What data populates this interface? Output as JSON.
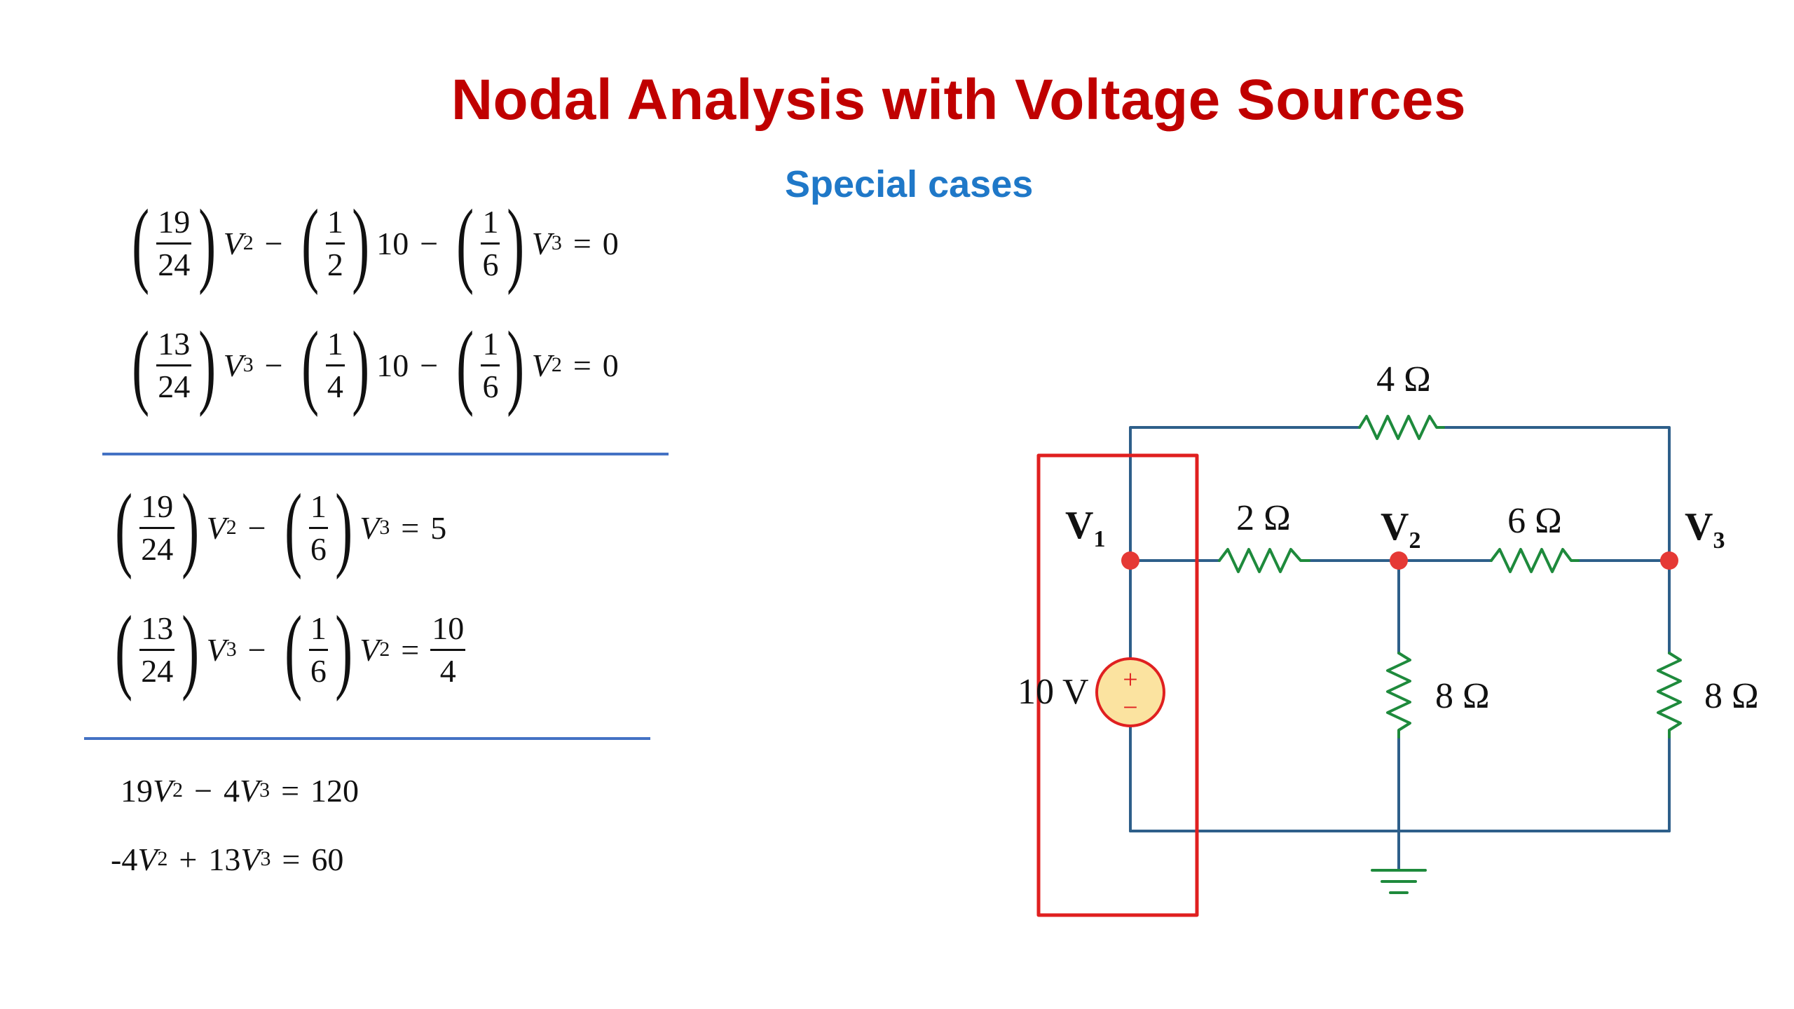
{
  "slide": {
    "title": "Nodal Analysis with Voltage Sources",
    "subtitle": "Special cases"
  },
  "equations": {
    "eq1": {
      "c1_num": "19",
      "c1_den": "24",
      "v_a": "V",
      "v_a_sub": "2",
      "c2_num": "1",
      "c2_den": "2",
      "k": "10",
      "c3_num": "1",
      "c3_den": "6",
      "v_b": "V",
      "v_b_sub": "3",
      "rhs": "0"
    },
    "eq2": {
      "c1_num": "13",
      "c1_den": "24",
      "v_a": "V",
      "v_a_sub": "3",
      "c2_num": "1",
      "c2_den": "4",
      "k": "10",
      "c3_num": "1",
      "c3_den": "6",
      "v_b": "V",
      "v_b_sub": "2",
      "rhs": "0"
    },
    "eq3": {
      "c1_num": "19",
      "c1_den": "24",
      "v_a": "V",
      "v_a_sub": "2",
      "c2_num": "1",
      "c2_den": "6",
      "v_b": "V",
      "v_b_sub": "3",
      "rhs": "5"
    },
    "eq4": {
      "c1_num": "13",
      "c1_den": "24",
      "v_a": "V",
      "v_a_sub": "3",
      "c2_num": "1",
      "c2_den": "6",
      "v_b": "V",
      "v_b_sub": "2",
      "rhs_num": "10",
      "rhs_den": "4"
    },
    "eq5": {
      "coef_a": "19",
      "v_a": "V",
      "v_a_sub": "2",
      "op": "−",
      "coef_b": "4",
      "v_b": "V",
      "v_b_sub": "3",
      "rhs": "120"
    },
    "eq6": {
      "coef_a": "-4",
      "v_a": "V",
      "v_a_sub": "2",
      "op": "+",
      "coef_b": "13",
      "v_b": "V",
      "v_b_sub": "3",
      "rhs": "60"
    }
  },
  "circuit": {
    "r_top": "4 Ω",
    "r_12": "2 Ω",
    "r_23": "6 Ω",
    "r_v2_ground": "8 Ω",
    "r_v3_ground": "8 Ω",
    "source": "10 V",
    "source_plus": "+",
    "source_minus": "−",
    "node1": "V",
    "node1_sub": "1",
    "node2": "V",
    "node2_sub": "2",
    "node3": "V",
    "node3_sub": "3",
    "wire_color": "#2e5f8a",
    "resistor_color": "#1e8a3c",
    "node_color": "#e53935",
    "highlight_color": "#e02020",
    "source_fill": "#fbe3a0"
  }
}
